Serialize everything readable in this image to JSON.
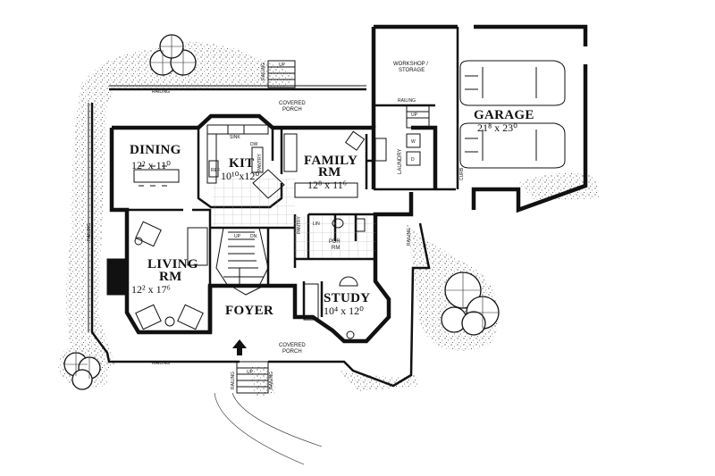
{
  "rooms": {
    "dining": {
      "name": "DINING",
      "size": "12² x 11⁰"
    },
    "kitchen": {
      "name": "KIT",
      "size": "10¹⁰x12⁰"
    },
    "family": {
      "name": "FAMILY",
      "name2": "RM",
      "size": "12⁸ x 11⁶"
    },
    "living": {
      "name": "LIVING",
      "name2": "RM",
      "size": "12² x 17⁶"
    },
    "study": {
      "name": "STUDY",
      "size": "10⁴ x 12⁰"
    },
    "foyer": {
      "name": "FOYER"
    },
    "garage": {
      "name": "GARAGE",
      "size": "21⁸ x 23⁰"
    },
    "workshop": {
      "name": "WORKSHOP /",
      "name2": "STORAGE"
    },
    "laundry": {
      "name": "LAUNDRY"
    },
    "powder": {
      "name": "PDR",
      "name2": "RM"
    },
    "linen": {
      "name": "LIN"
    }
  },
  "labels": {
    "covered_porch_top": "COVERED",
    "covered_porch_top2": "PORCH",
    "covered_porch_bottom": "COVERED",
    "covered_porch_bottom2": "PORCH",
    "railing": "RAILING",
    "sink": "SINK",
    "dw": "DW",
    "ref": "REF",
    "pantry": "PANTRY",
    "up": "UP",
    "dn": "DN",
    "curb": "CURB",
    "w": "W",
    "d": "D"
  }
}
